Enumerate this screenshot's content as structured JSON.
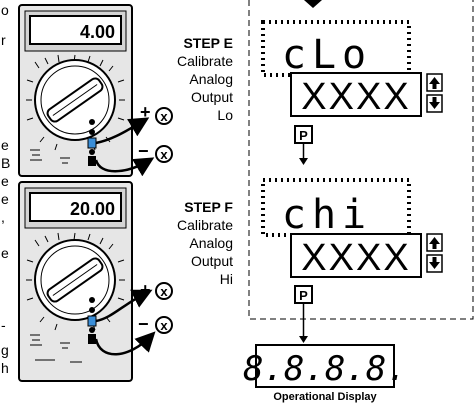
{
  "meter_readings": {
    "step_e": "4.00",
    "step_f": "20.00"
  },
  "step_e": {
    "title": "STEP E",
    "lines": [
      "Calibrate",
      "Analog",
      "Output",
      "Lo"
    ]
  },
  "step_f": {
    "title": "STEP F",
    "lines": [
      "Calibrate",
      "Analog",
      "Output",
      "Hi"
    ]
  },
  "probe_labels": {
    "plus": "+",
    "minus": "−",
    "x": "x"
  },
  "displays": {
    "lo_code": "cLo",
    "hi_code": "chi",
    "value_placeholder": "XXXX",
    "operational": "8.8.8.8."
  },
  "keys": {
    "p_label": "P"
  },
  "arrow_keys": {
    "up": "up-arrow-icon",
    "down": "down-arrow-icon"
  },
  "caption": {
    "operational_display": "Operational Display"
  },
  "left_margin_fragments": [
    "o",
    "r",
    "e",
    "B",
    "e",
    "e",
    ",",
    "e",
    "-",
    "g",
    "h"
  ]
}
